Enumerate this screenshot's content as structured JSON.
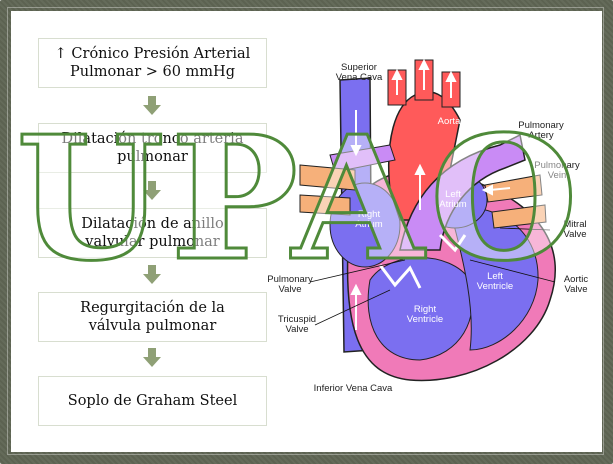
{
  "flow": {
    "steps": [
      {
        "text": "↑ Crónico Presión Arterial\nPulmonar > 60 mmHg"
      },
      {
        "text": "Dilatación tronco arteria\npulmonar"
      },
      {
        "text": "Dilatación de anillo\nvalvular pulmonar"
      },
      {
        "text": "Regurgitación de la\nválvula pulmonar"
      },
      {
        "text": "Soplo de Graham Steel"
      }
    ]
  },
  "heart": {
    "labels": {
      "superior_vena_cava": "Superior\nVena Cava",
      "aorta": "Aorta",
      "pulmonary_artery": "Pulmonary\nArtery",
      "pulmonary_vein": "Pulmonary\nVein",
      "right_atrium": "Right\nAtrium",
      "left_atrium": "Left\nAtrium",
      "mitral_valve": "Mitral\nValve",
      "pulmonary_valve": "Pulmonary\nValve",
      "left_ventricle": "Left\nVentricle",
      "aortic_valve": "Aortic\nValve",
      "tricuspid_valve": "Tricuspid\nValve",
      "right_ventricle": "Right\nVentricle",
      "inferior_vena_cava": "Inferior Vena Cava"
    }
  },
  "watermark": {
    "text": "UPAO"
  },
  "colors": {
    "frame": "#5f6654",
    "flow_arrow": "#8fa076",
    "blue_chamber": "#7b6ff0",
    "red_chamber": "#ff5a5a",
    "pink_wall": "#f07ab8",
    "purple_artery": "#c98bf5",
    "orange_vein": "#f6b07a"
  }
}
